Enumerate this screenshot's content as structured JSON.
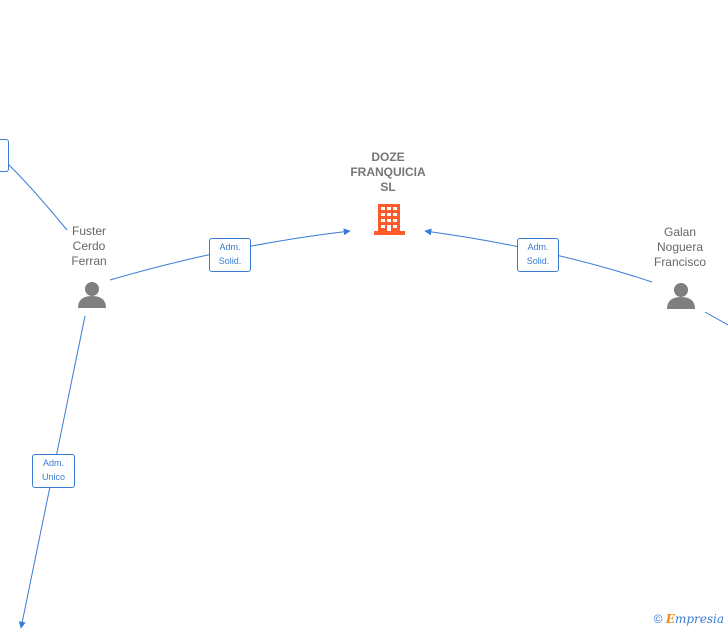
{
  "nodes": {
    "company": {
      "label": "DOZE\nFRANQUICIA\nSL",
      "icon": "building-icon",
      "color": "#ff5a2a"
    },
    "person_left": {
      "label": "Fuster\nCerdo\nFerran",
      "icon": "person-icon",
      "color": "#7f7f7f"
    },
    "person_right": {
      "label": "Galan\nNoguera\nFrancisco",
      "icon": "person-icon",
      "color": "#7f7f7f"
    }
  },
  "edges": {
    "left_to_company": "Adm.\nSolid.",
    "right_to_company": "Adm.\nSolid.",
    "left_down": "Adm.\nUnico"
  },
  "colors": {
    "edge": "#3a7bd5"
  },
  "watermark": {
    "copyright": "©",
    "brand_initial": "E",
    "brand_rest": "mpresia"
  }
}
